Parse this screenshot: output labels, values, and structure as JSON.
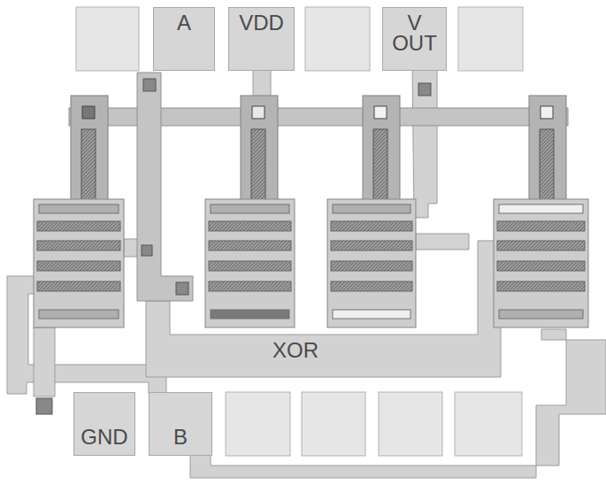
{
  "diagram": {
    "nodes": [
      {
        "text": [
          "A"
        ]
      },
      {
        "text": [
          "VDD"
        ]
      },
      {
        "text": [
          "V OUT"
        ]
      },
      {
        "text": [
          "GND"
        ]
      },
      {
        "text": [
          "B"
        ]
      }
    ],
    "labels": [
      "XOR"
    ]
  }
}
